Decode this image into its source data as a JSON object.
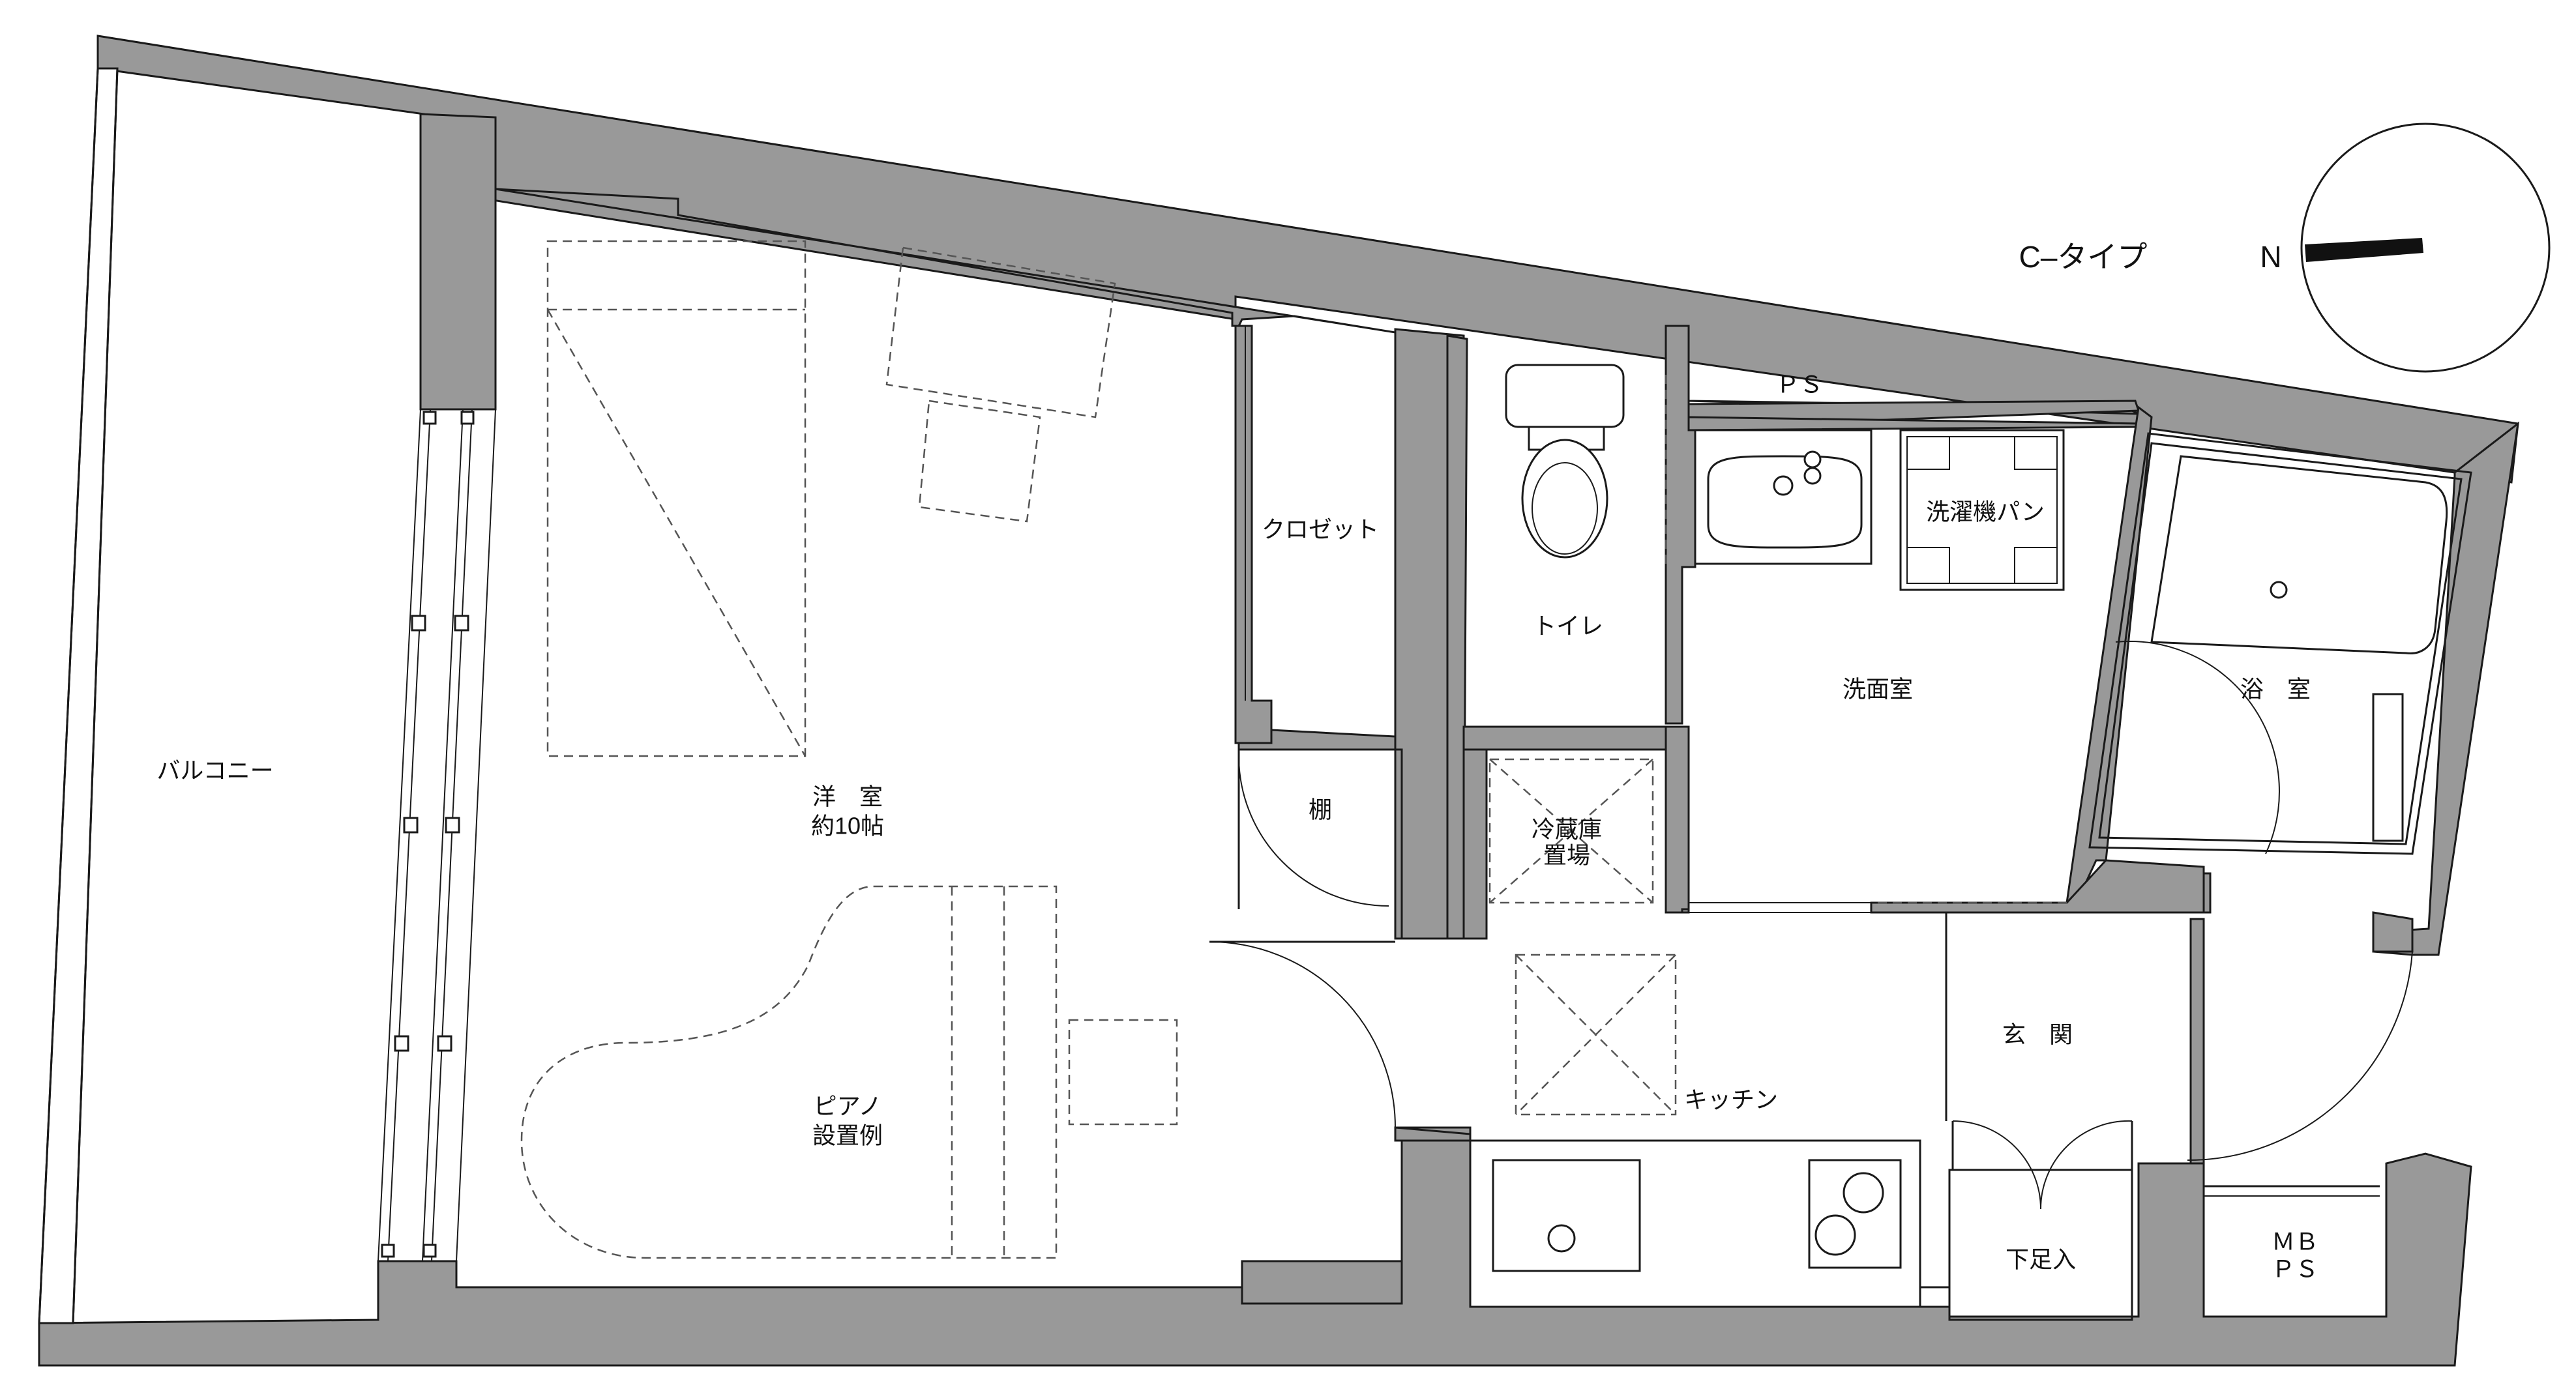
{
  "plan": {
    "type_label": "C–タイプ",
    "compass_letter": "N",
    "rooms": {
      "balcony": "バルコニー",
      "western_room": "洋　室",
      "western_room_size": "約10帖",
      "piano": "ピアノ",
      "piano_note": "設置例",
      "closet": "クロゼット",
      "shelf": "棚",
      "toilet": "トイレ",
      "pipe_space": "ＰＳ",
      "washroom": "洗面室",
      "washer_pan": "洗濯機パン",
      "bathroom": "浴　室",
      "fridge": "冷蔵庫",
      "fridge_place": "置場",
      "kitchen": "キッチン",
      "entrance": "玄　関",
      "shoe_box": "下足入",
      "mb": "ＭＢ",
      "ps2": "ＰＳ"
    }
  }
}
